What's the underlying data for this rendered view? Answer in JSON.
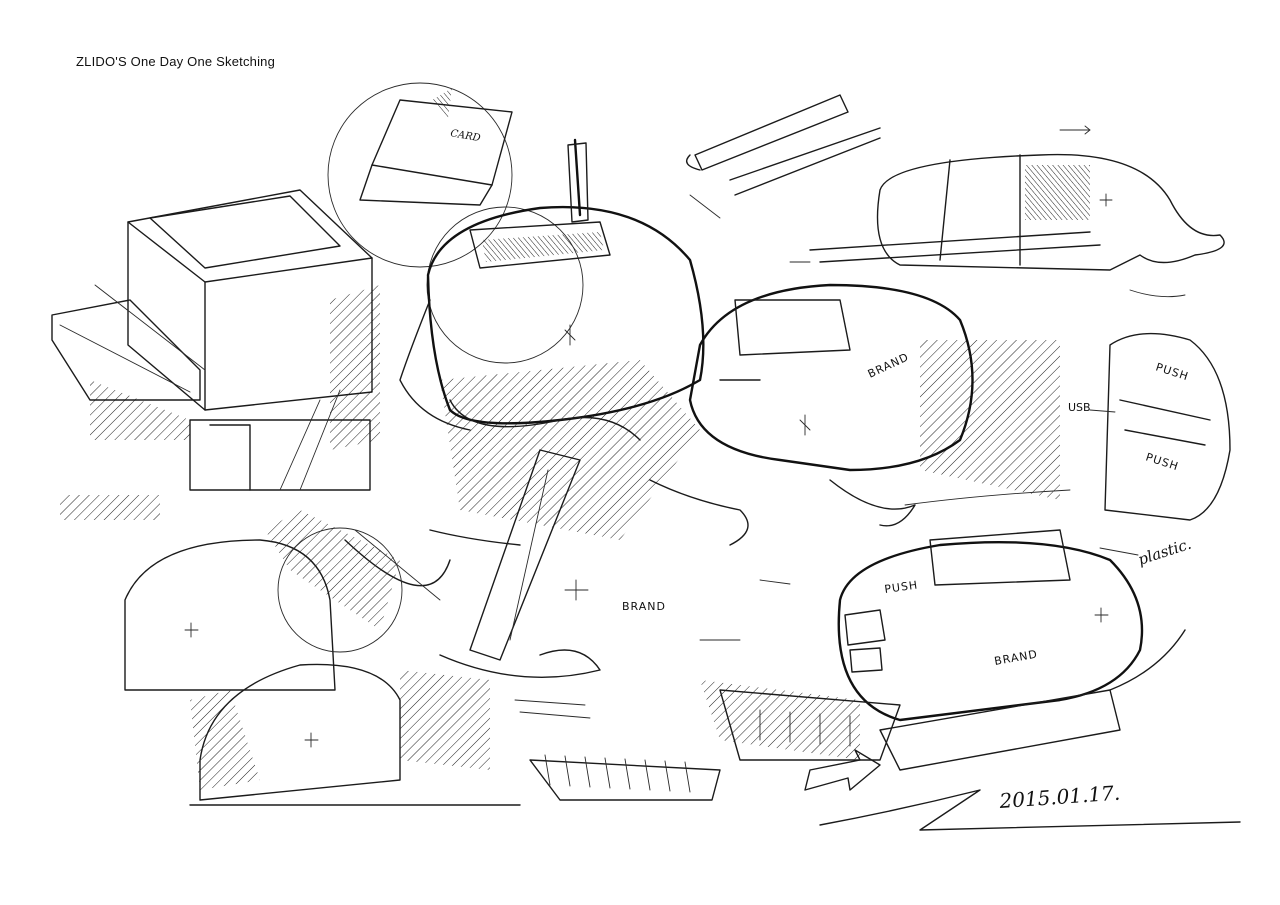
{
  "header": {
    "title": "ZLIDO'S One Day One Sketching"
  },
  "labels": {
    "card": "CARD",
    "brand": "BRAND",
    "push": "PUSH",
    "usb": "USB",
    "plastic": "plastic.",
    "date": "2015.01.17."
  }
}
